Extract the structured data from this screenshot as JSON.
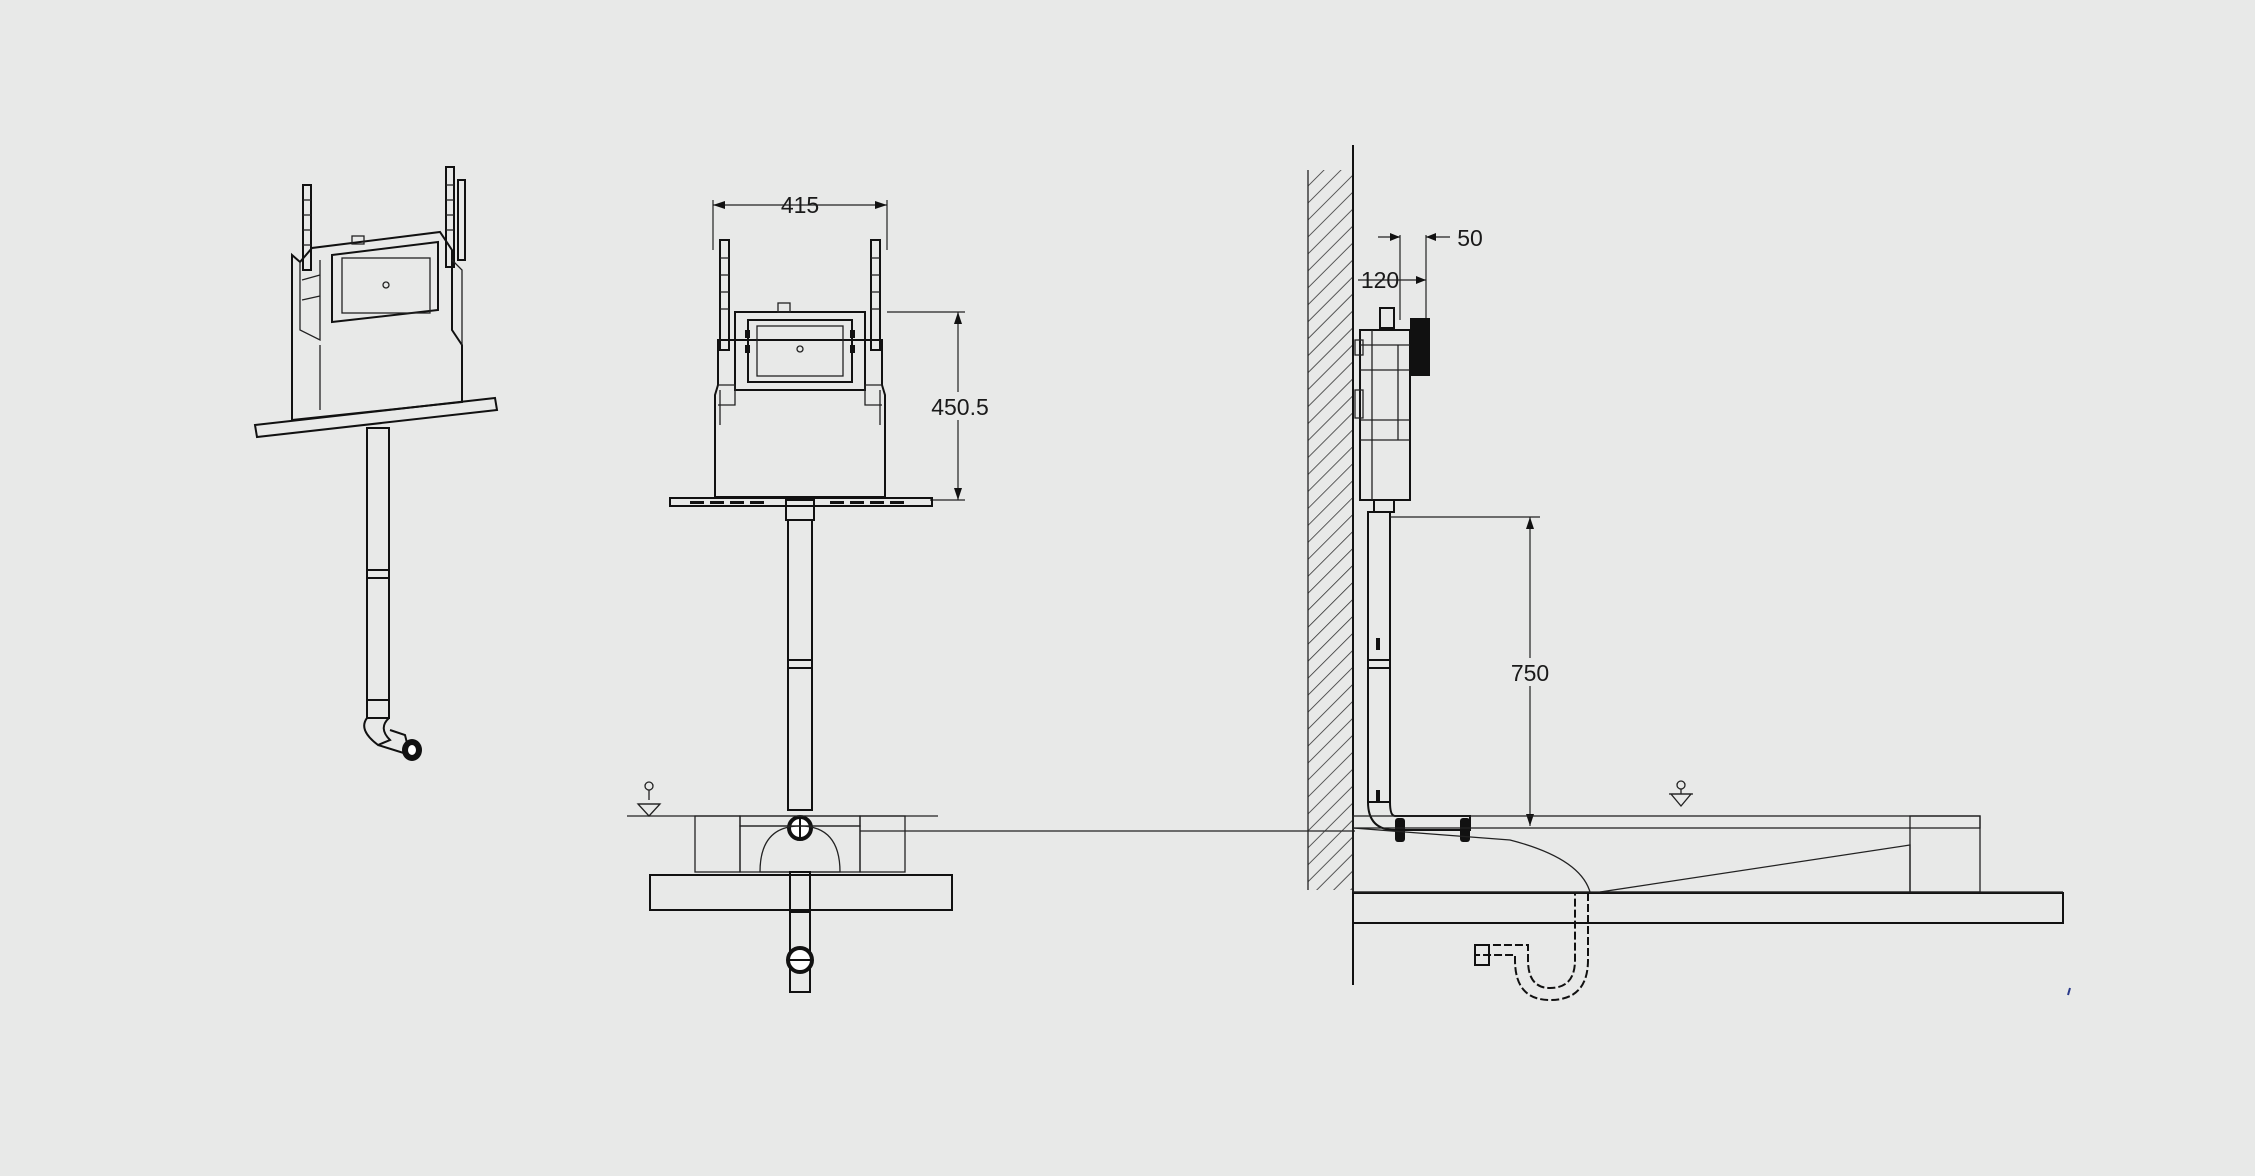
{
  "dimensions": {
    "front_width": "415",
    "front_height": "450.5",
    "side_depth_total": "120",
    "side_depth_plate": "50",
    "side_height": "750"
  },
  "colors": {
    "background": "#e8e9e8",
    "line": "#111111",
    "hatch": "#333333",
    "screed": "#cfcfcf"
  },
  "icons": {
    "level_symbol": "floor-level-marker-icon"
  }
}
